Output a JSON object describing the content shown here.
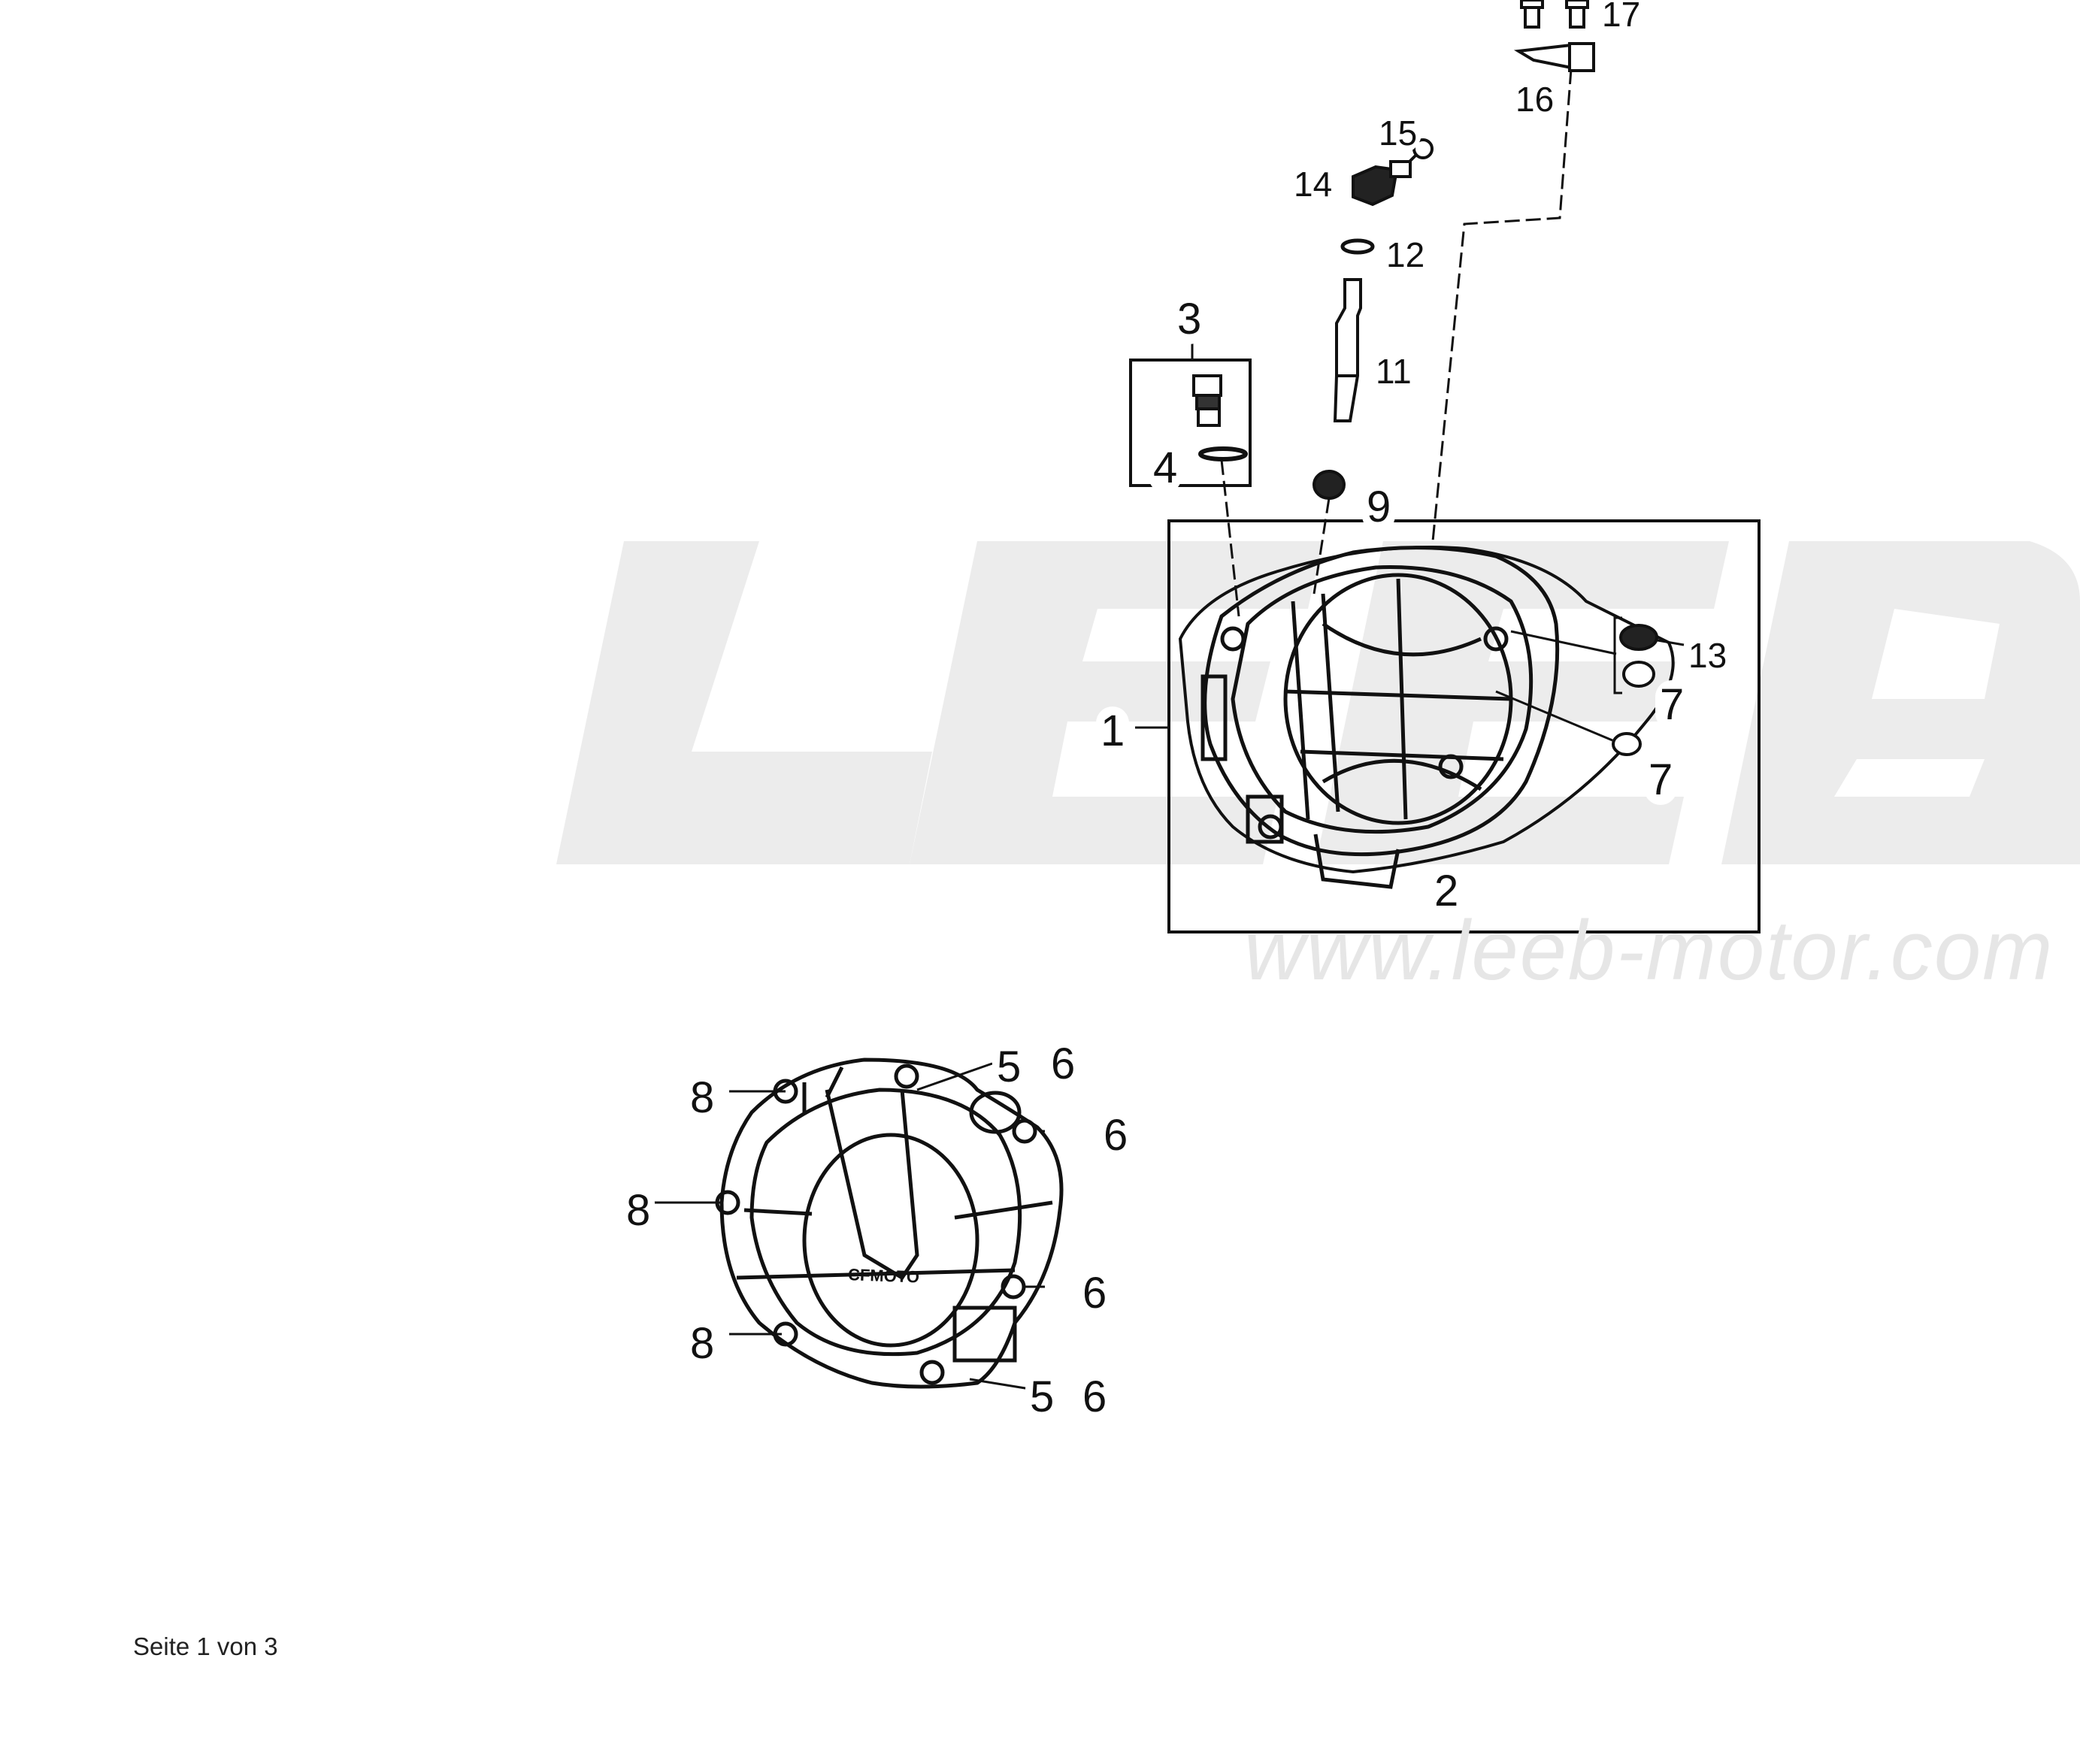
{
  "watermark": {
    "brand_letters": "LEEB",
    "url": "www.leeb-motor.com"
  },
  "callouts": {
    "c1": "1",
    "c2": "2",
    "c3": "3",
    "c4": "4",
    "c5a": "5",
    "c5b": "5",
    "c6a": "6",
    "c6b": "6",
    "c6c": "6",
    "c6d": "6",
    "c7a": "7",
    "c7b": "7",
    "c8a": "8",
    "c8b": "8",
    "c8c": "8",
    "c9": "9",
    "c11": "11",
    "c12": "12",
    "c13": "13",
    "c14": "14",
    "c15": "15",
    "c16": "16",
    "c17": "17"
  },
  "cover_logo": "CFMOTO",
  "footer": {
    "page": "Seite 1 von 3"
  },
  "colors": {
    "ink": "#111111",
    "watermark": "#ececec",
    "paper": "#ffffff"
  }
}
